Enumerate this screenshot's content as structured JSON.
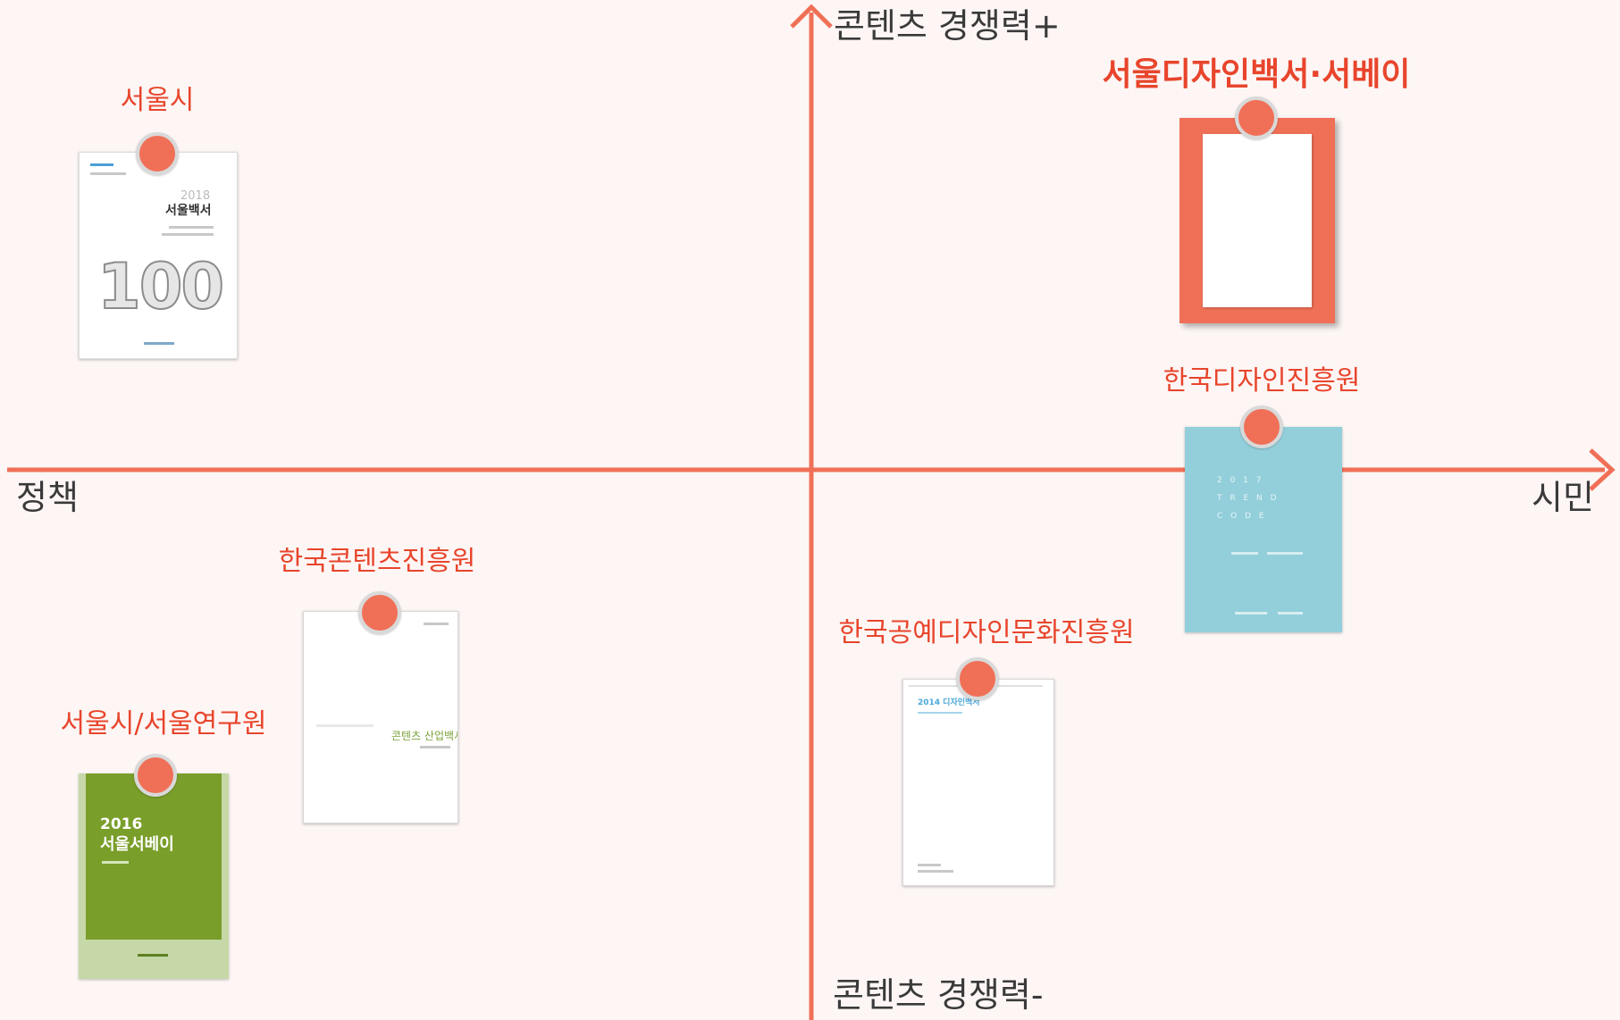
{
  "axes": {
    "top": "콘텐츠 경쟁력+",
    "bottom": "콘텐츠 경쟁력-",
    "left": "정책",
    "right": "시민"
  },
  "colors": {
    "accent": "#f07057",
    "label": "#e8452c",
    "axis": "#f07057",
    "background": "#fdf6f5"
  },
  "items": [
    {
      "label": "서울시",
      "cover": {
        "title": "서울백서",
        "year": "2018",
        "number": "100"
      }
    },
    {
      "label": "서울디자인백서·서베이"
    },
    {
      "label": "한국디자인진흥원",
      "cover": {
        "line1": "2 0 1 7",
        "line2": "T R E N D",
        "line3": "C O D E"
      }
    },
    {
      "label": "한국콘텐츠진흥원",
      "cover": {
        "title": "콘텐츠 산업백서"
      }
    },
    {
      "label": "한국공예디자인문화진흥원",
      "cover": {
        "title": "2014 디자인백서"
      }
    },
    {
      "label": "서울시/서울연구원",
      "cover": {
        "year": "2016",
        "title": "서울서베이"
      }
    }
  ]
}
